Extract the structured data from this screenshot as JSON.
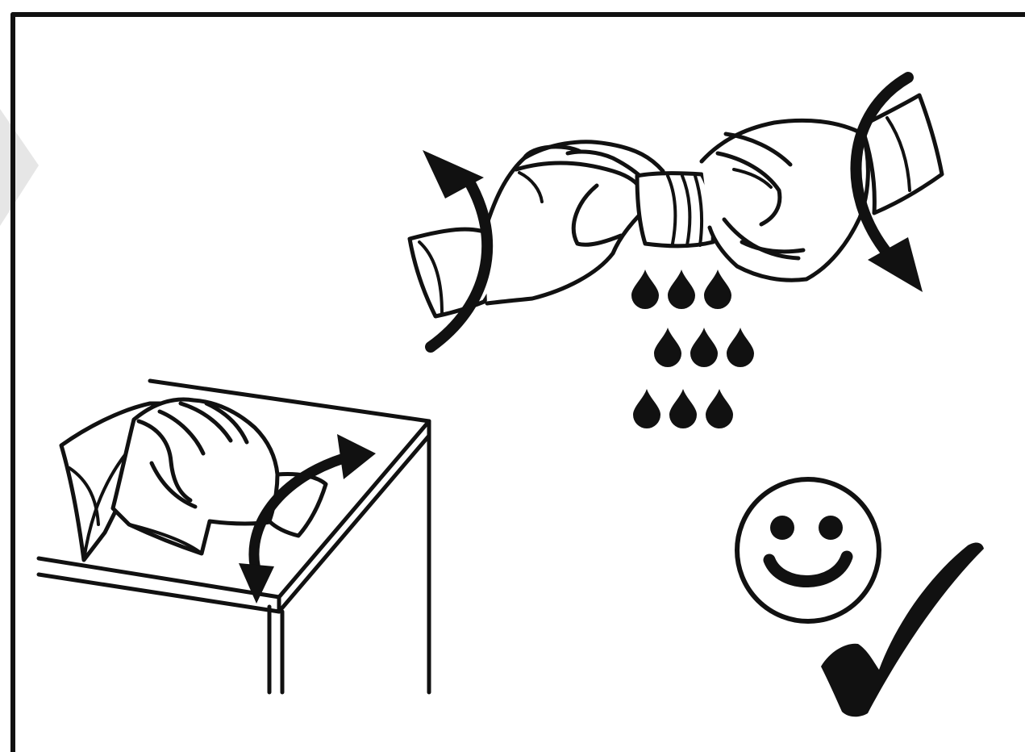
{
  "illustration": {
    "kind": "instruction-pictogram",
    "scenes": [
      {
        "name": "wring-cloth-scene",
        "icons": [
          "left-hand-icon",
          "right-hand-icon",
          "wrung-cloth-icon",
          "rotate-counterclockwise-arrow-icon",
          "rotate-clockwise-arrow-icon",
          "water-drops-icon"
        ]
      },
      {
        "name": "wipe-surface-scene",
        "icons": [
          "cabinet-icon",
          "wiping-hand-icon",
          "cloth-icon",
          "back-and-forth-arrow-icon"
        ]
      },
      {
        "name": "approval-scene",
        "icons": [
          "smiley-face-icon",
          "checkmark-icon"
        ]
      }
    ],
    "water_drop_rows": [
      3,
      3,
      3
    ],
    "colors": {
      "ink": "#111111",
      "background": "#ffffff",
      "watermark": "#e6e6e6"
    }
  }
}
